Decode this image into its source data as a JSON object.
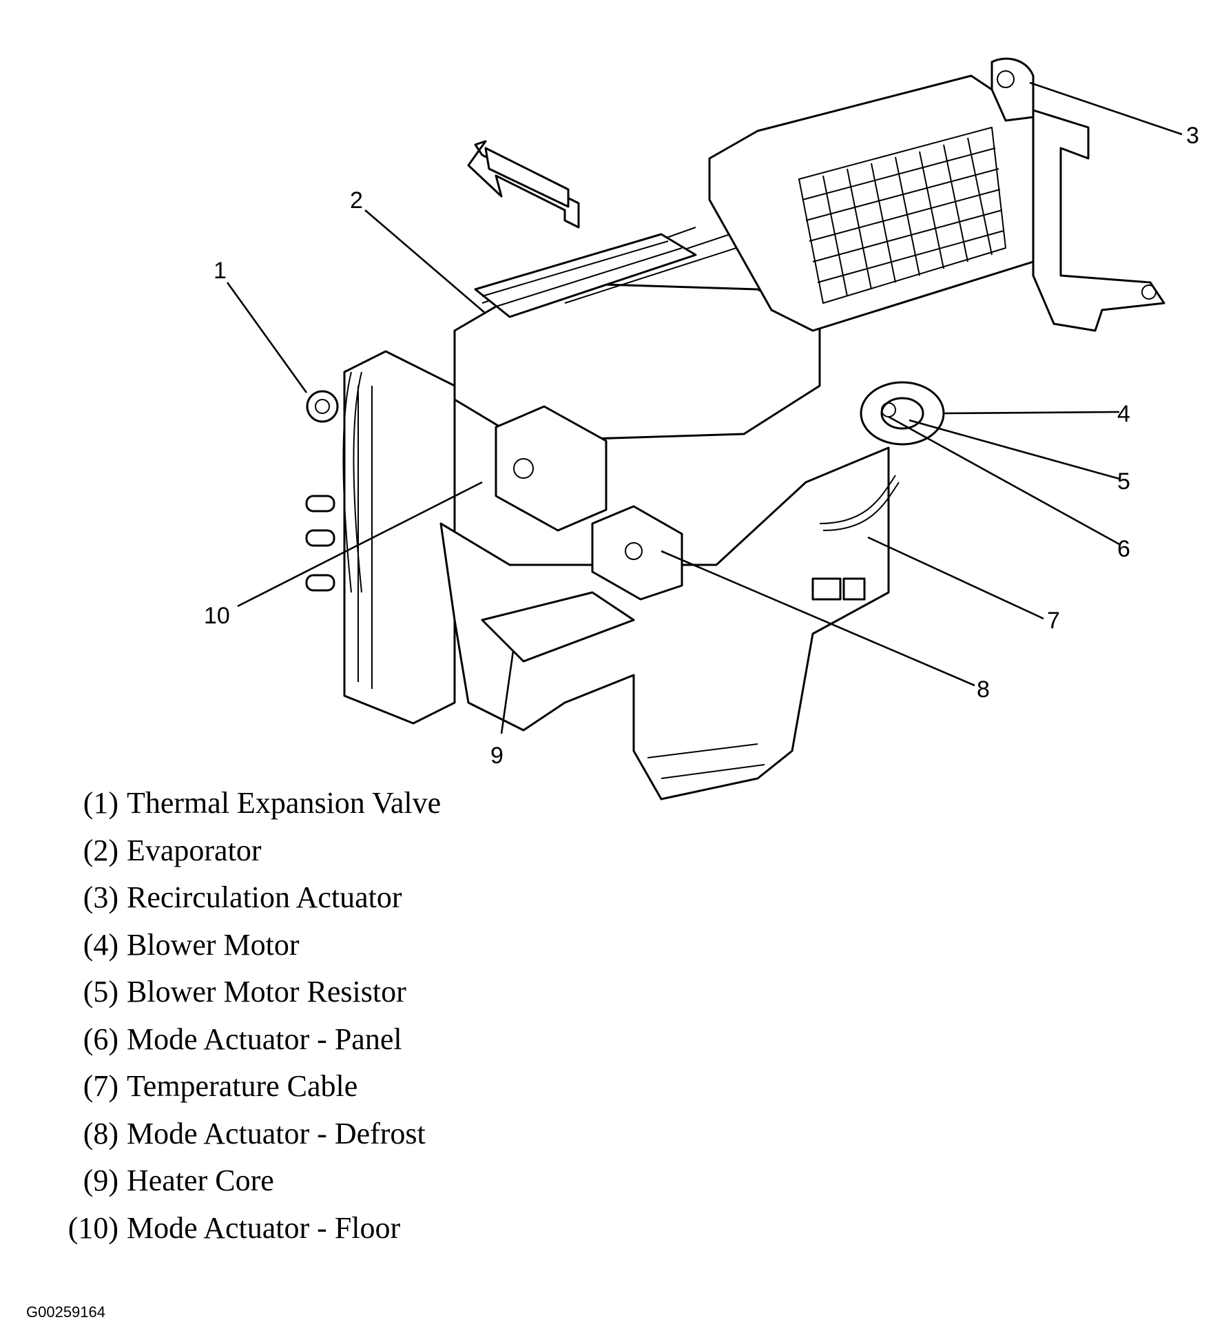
{
  "callouts": [
    {
      "num": "1",
      "label": "Thermal Expansion Valve"
    },
    {
      "num": "2",
      "label": "Evaporator"
    },
    {
      "num": "3",
      "label": "Recirculation Actuator"
    },
    {
      "num": "4",
      "label": "Blower Motor"
    },
    {
      "num": "5",
      "label": "Blower Motor Resistor"
    },
    {
      "num": "6",
      "label": "Mode Actuator - Panel"
    },
    {
      "num": "7",
      "label": "Temperature Cable"
    },
    {
      "num": "8",
      "label": "Mode Actuator - Defrost"
    },
    {
      "num": "9",
      "label": "Heater Core"
    },
    {
      "num": "10",
      "label": "Mode Actuator - Floor"
    }
  ],
  "legend_numbers": [
    "(1)",
    "(2)",
    "(3)",
    "(4)",
    "(5)",
    "(6)",
    "(7)",
    "(8)",
    "(9)",
    "(10)"
  ],
  "figure_id": "G00259164",
  "colors": {
    "ink": "#000000",
    "paper": "#ffffff"
  }
}
